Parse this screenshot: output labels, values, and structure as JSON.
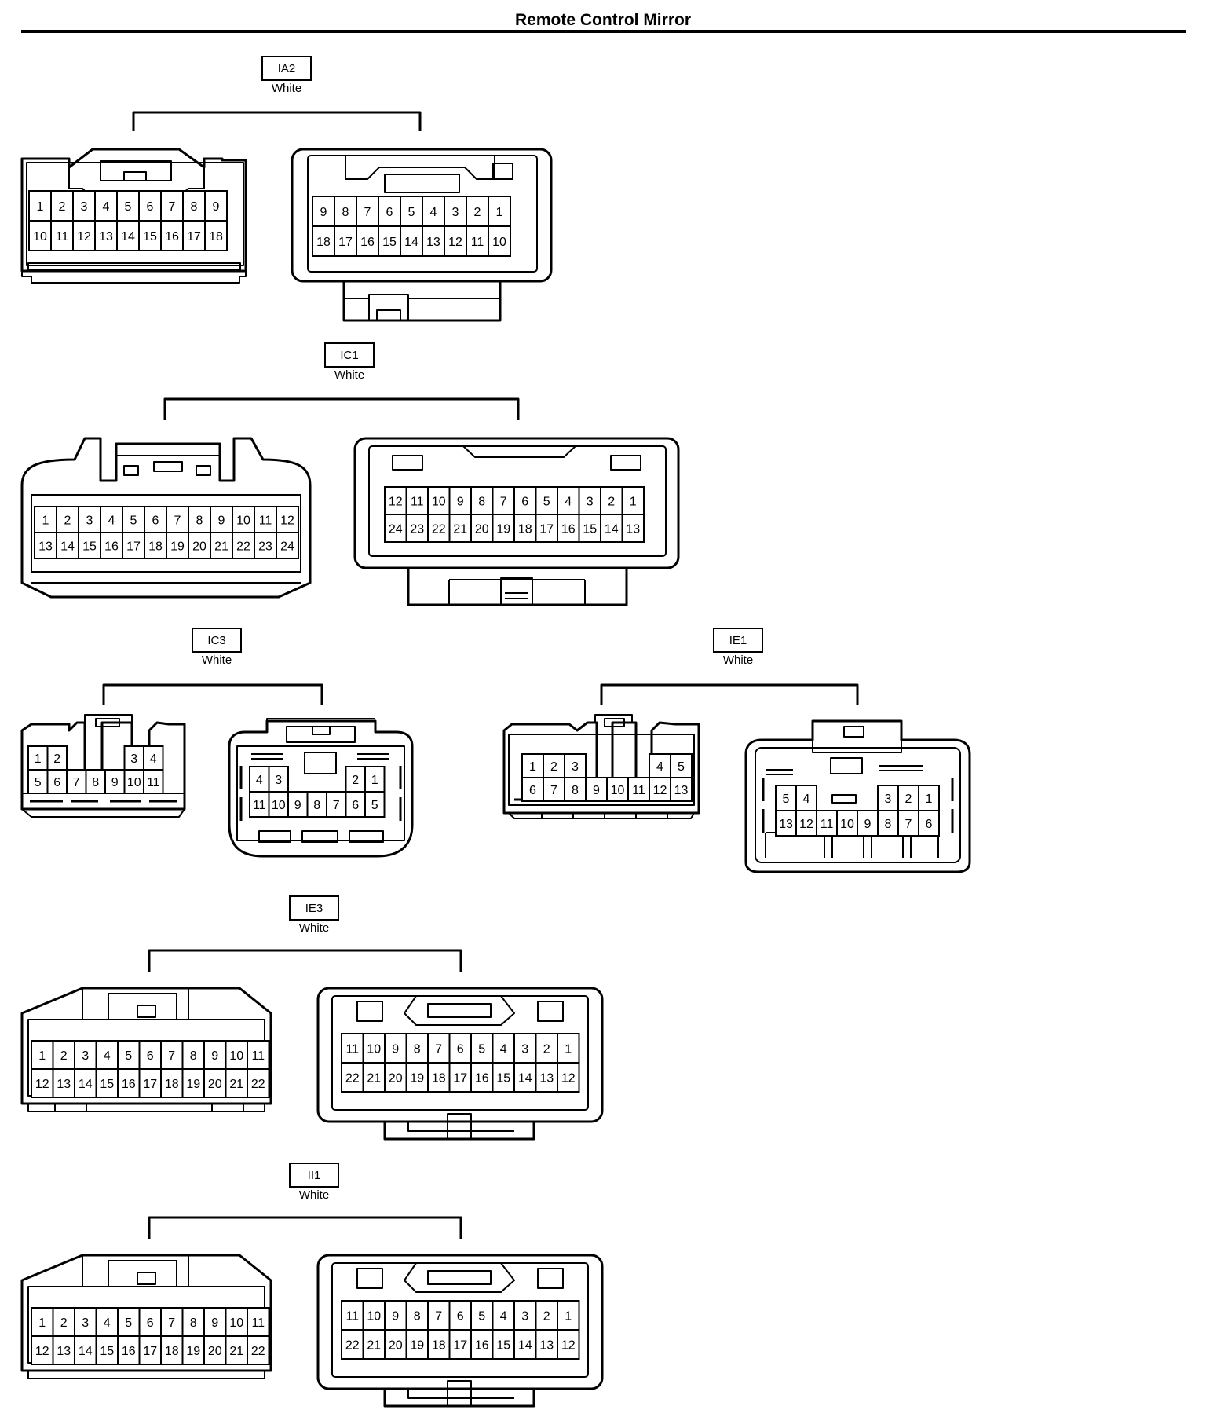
{
  "title": "Remote Control Mirror",
  "connectors": [
    {
      "id": "IA2",
      "color": "White",
      "left": {
        "rows": [
          [
            "1",
            "2",
            "3",
            "4",
            "5",
            "6",
            "7",
            "8",
            "9"
          ],
          [
            "10",
            "11",
            "12",
            "13",
            "14",
            "15",
            "16",
            "17",
            "18"
          ]
        ]
      },
      "right": {
        "rows": [
          [
            "9",
            "8",
            "7",
            "6",
            "5",
            "4",
            "3",
            "2",
            "1"
          ],
          [
            "18",
            "17",
            "16",
            "15",
            "14",
            "13",
            "12",
            "11",
            "10"
          ]
        ]
      }
    },
    {
      "id": "IC1",
      "color": "White",
      "left": {
        "rows": [
          [
            "1",
            "2",
            "3",
            "4",
            "5",
            "6",
            "7",
            "8",
            "9",
            "10",
            "11",
            "12"
          ],
          [
            "13",
            "14",
            "15",
            "16",
            "17",
            "18",
            "19",
            "20",
            "21",
            "22",
            "23",
            "24"
          ]
        ]
      },
      "right": {
        "rows": [
          [
            "12",
            "11",
            "10",
            "9",
            "8",
            "7",
            "6",
            "5",
            "4",
            "3",
            "2",
            "1"
          ],
          [
            "24",
            "23",
            "22",
            "21",
            "20",
            "19",
            "18",
            "17",
            "16",
            "15",
            "14",
            "13"
          ]
        ]
      }
    },
    {
      "id": "IC3",
      "color": "White",
      "left": {
        "rows": [
          [
            "1",
            "2",
            "",
            "",
            "",
            "3",
            "4"
          ],
          [
            "5",
            "6",
            "7",
            "8",
            "9",
            "10",
            "11"
          ]
        ]
      },
      "right": {
        "rows": [
          [
            "4",
            "3",
            "",
            "",
            "",
            "2",
            "1"
          ],
          [
            "11",
            "10",
            "9",
            "8",
            "7",
            "6",
            "5"
          ]
        ]
      }
    },
    {
      "id": "IE1",
      "color": "White",
      "left": {
        "rows": [
          [
            "1",
            "2",
            "3",
            "",
            "",
            "",
            "4",
            "5"
          ],
          [
            "6",
            "7",
            "8",
            "9",
            "10",
            "11",
            "12",
            "13"
          ]
        ]
      },
      "right": {
        "rows": [
          [
            "5",
            "4",
            "",
            "",
            "",
            "3",
            "2",
            "1"
          ],
          [
            "13",
            "12",
            "11",
            "10",
            "9",
            "8",
            "7",
            "6"
          ]
        ]
      }
    },
    {
      "id": "IE3",
      "color": "White",
      "left": {
        "rows": [
          [
            "1",
            "2",
            "3",
            "4",
            "5",
            "6",
            "7",
            "8",
            "9",
            "10",
            "11"
          ],
          [
            "12",
            "13",
            "14",
            "15",
            "16",
            "17",
            "18",
            "19",
            "20",
            "21",
            "22"
          ]
        ]
      },
      "right": {
        "rows": [
          [
            "11",
            "10",
            "9",
            "8",
            "7",
            "6",
            "5",
            "4",
            "3",
            "2",
            "1"
          ],
          [
            "22",
            "21",
            "20",
            "19",
            "18",
            "17",
            "16",
            "15",
            "14",
            "13",
            "12"
          ]
        ]
      }
    },
    {
      "id": "II1",
      "color": "White",
      "left": {
        "rows": [
          [
            "1",
            "2",
            "3",
            "4",
            "5",
            "6",
            "7",
            "8",
            "9",
            "10",
            "11"
          ],
          [
            "12",
            "13",
            "14",
            "15",
            "16",
            "17",
            "18",
            "19",
            "20",
            "21",
            "22"
          ]
        ]
      },
      "right": {
        "rows": [
          [
            "11",
            "10",
            "9",
            "8",
            "7",
            "6",
            "5",
            "4",
            "3",
            "2",
            "1"
          ],
          [
            "22",
            "21",
            "20",
            "19",
            "18",
            "17",
            "16",
            "15",
            "14",
            "13",
            "12"
          ]
        ]
      }
    }
  ]
}
